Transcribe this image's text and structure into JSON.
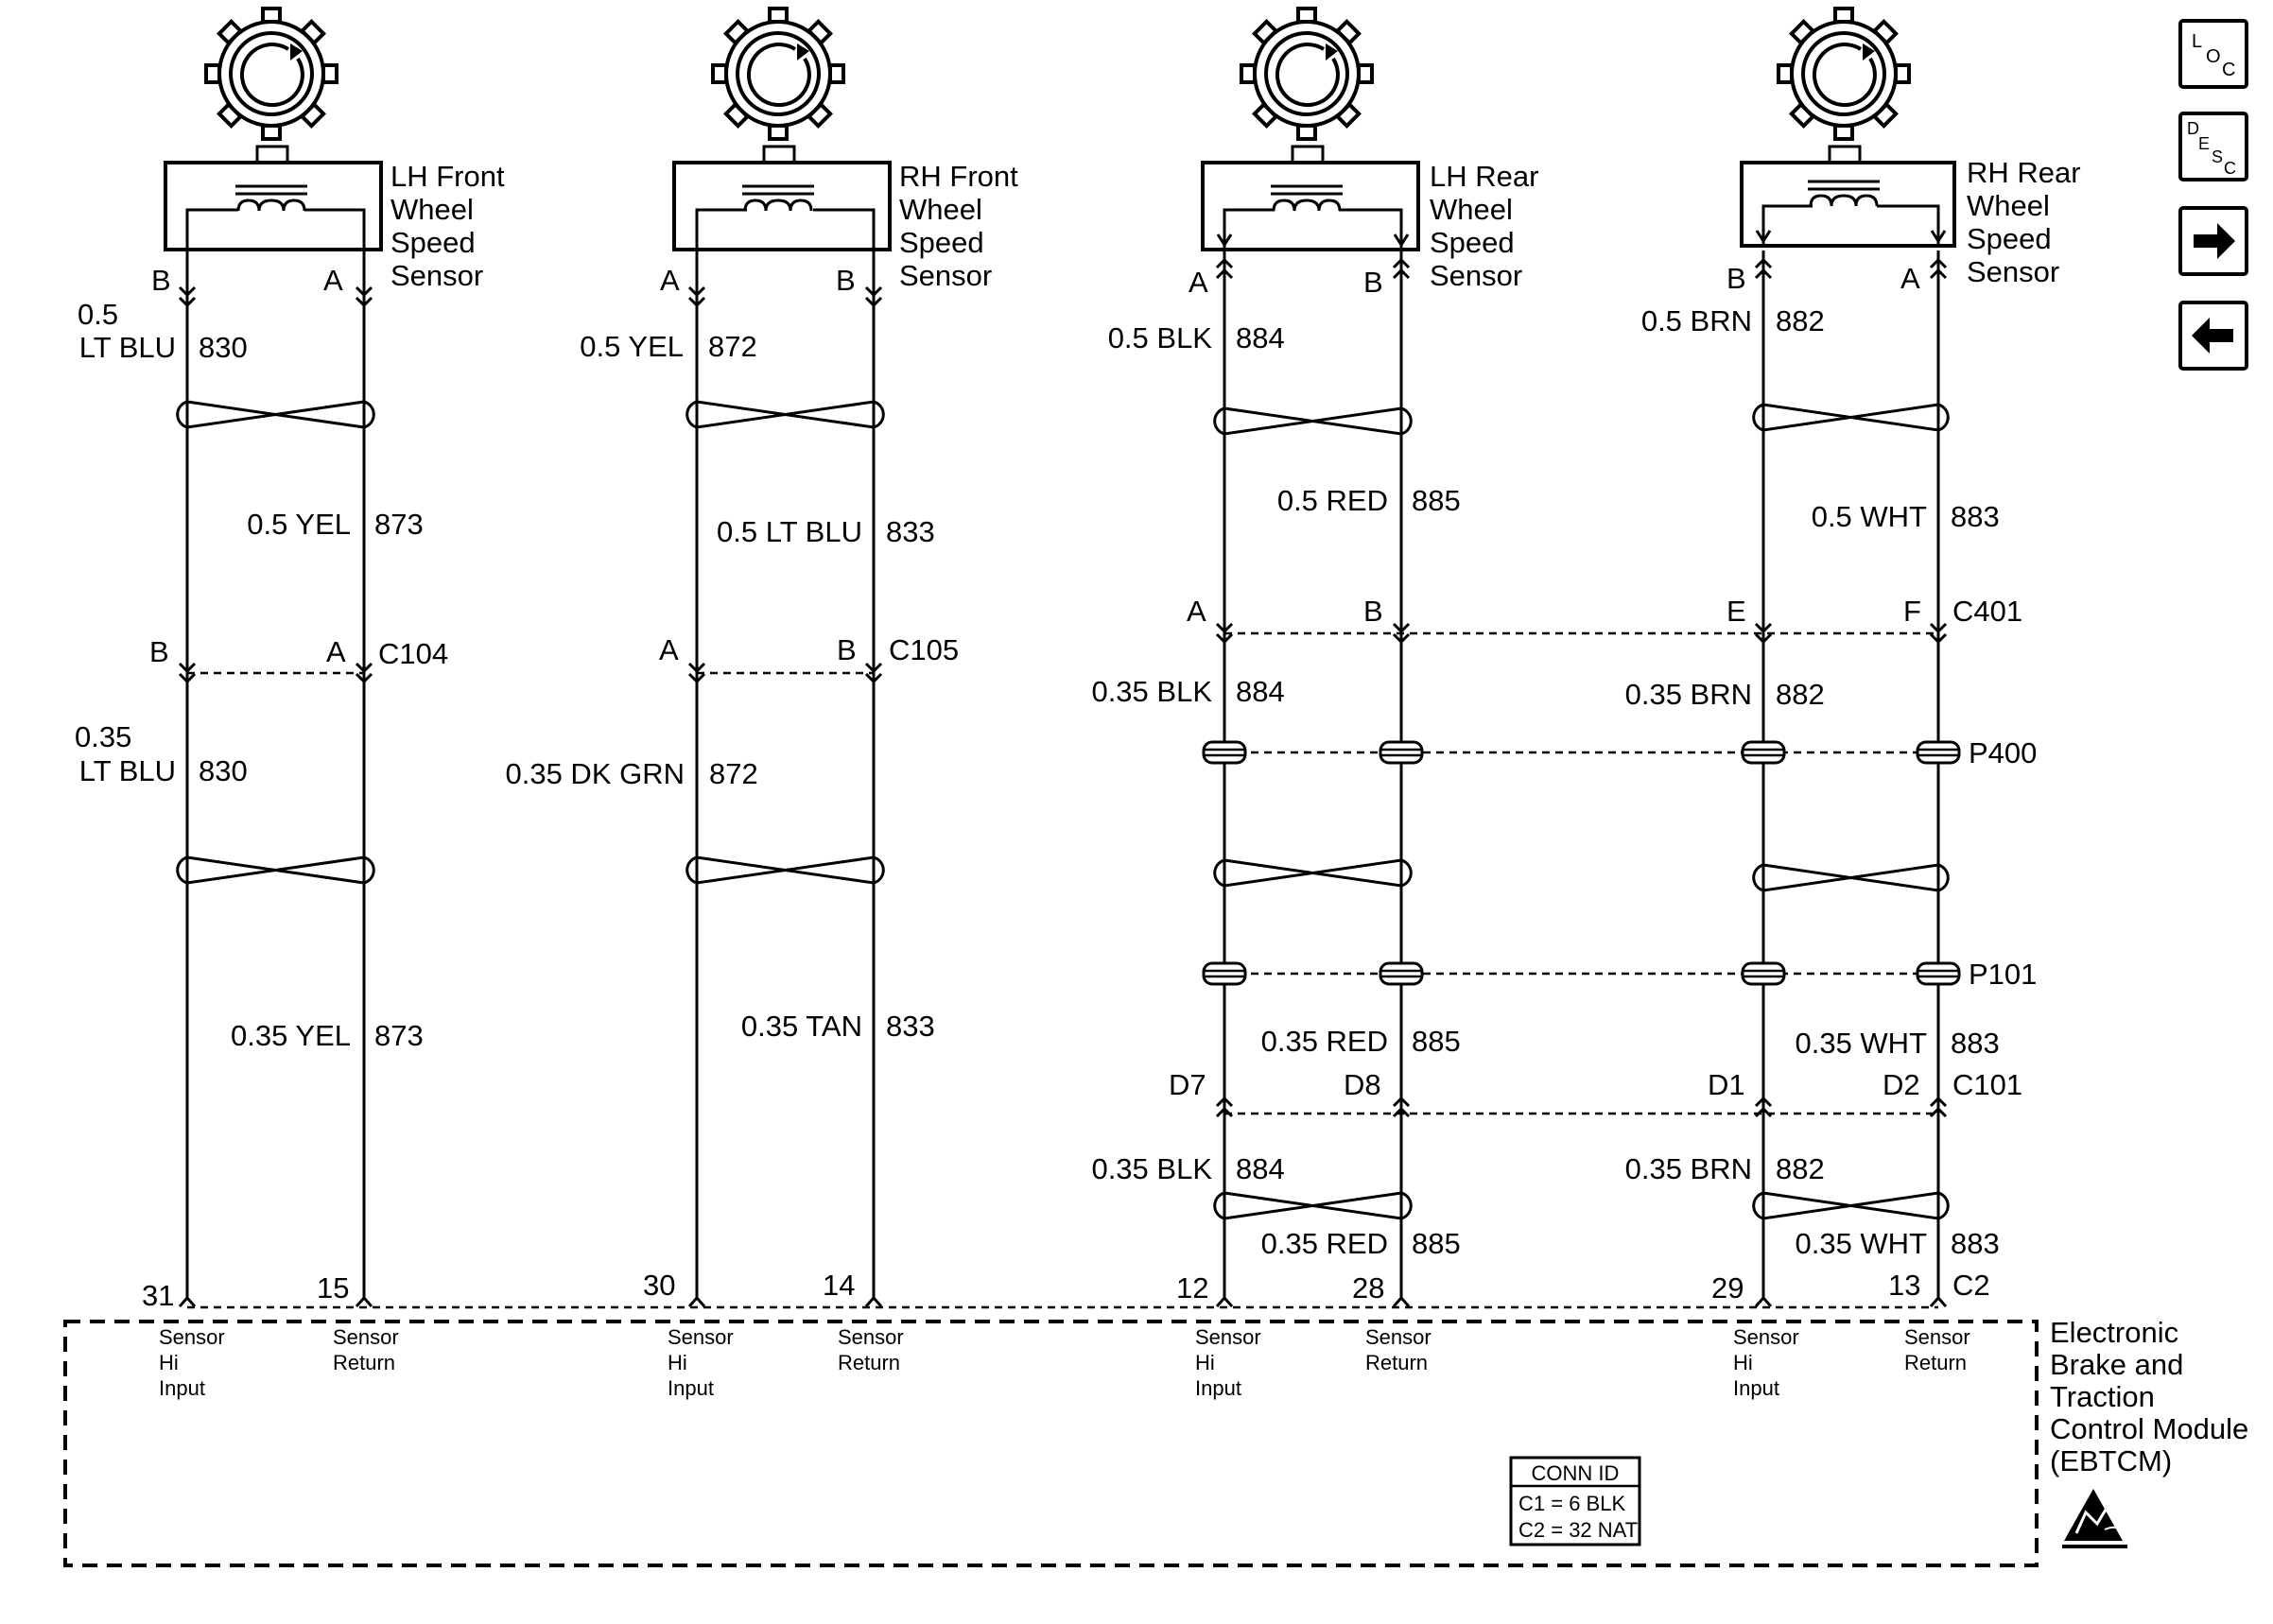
{
  "sensors": {
    "lf": {
      "name": [
        "LH Front",
        "Wheel",
        "Speed",
        "Sensor"
      ],
      "left_pin": "B",
      "right_pin": "A"
    },
    "rf": {
      "name": [
        "RH Front",
        "Wheel",
        "Speed",
        "Sensor"
      ],
      "left_pin": "A",
      "right_pin": "B"
    },
    "lr": {
      "name": [
        "LH Rear",
        "Wheel",
        "Speed",
        "Sensor"
      ],
      "left_pin": "A",
      "right_pin": "B"
    },
    "rr": {
      "name": [
        "RH Rear",
        "Wheel",
        "Speed",
        "Sensor"
      ],
      "left_pin": "B",
      "right_pin": "A"
    }
  },
  "wires": {
    "lf_upper_left": {
      "gauge_color": [
        "0.5",
        "LT BLU"
      ],
      "circuit": "830"
    },
    "lf_upper_right": {
      "gauge_color": "0.5 YEL",
      "circuit": "873"
    },
    "lf_lower_left": {
      "gauge_color": [
        "0.35",
        "LT BLU"
      ],
      "circuit": "830"
    },
    "lf_lower_right": {
      "gauge_color": "0.35 YEL",
      "circuit": "873"
    },
    "rf_upper_left": {
      "gauge_color": "0.5 YEL",
      "circuit": "872"
    },
    "rf_upper_right": {
      "gauge_color": "0.5 LT BLU",
      "circuit": "833"
    },
    "rf_lower_left": {
      "gauge_color": "0.35 DK GRN",
      "circuit": "872"
    },
    "rf_lower_right": {
      "gauge_color": "0.35 TAN",
      "circuit": "833"
    },
    "lr_upper_left": {
      "gauge_color": "0.5 BLK",
      "circuit": "884"
    },
    "lr_upper_right": {
      "gauge_color": "0.5 RED",
      "circuit": "885"
    },
    "lr_mid_left": {
      "gauge_color": "0.35 BLK",
      "circuit": "884"
    },
    "lr_mid_right": {
      "gauge_color": "0.35 RED",
      "circuit": "885"
    },
    "lr_lower_left": {
      "gauge_color": "0.35 BLK",
      "circuit": "884"
    },
    "lr_lower_right": {
      "gauge_color": "0.35 RED",
      "circuit": "885"
    },
    "rr_upper_left": {
      "gauge_color": "0.5 BRN",
      "circuit": "882"
    },
    "rr_upper_right": {
      "gauge_color": "0.5 WHT",
      "circuit": "883"
    },
    "rr_mid_left": {
      "gauge_color": "0.35 BRN",
      "circuit": "882"
    },
    "rr_mid_right": {
      "gauge_color": "0.35 WHT",
      "circuit": "883"
    },
    "rr_lower_left": {
      "gauge_color": "0.35 BRN",
      "circuit": "882"
    },
    "rr_lower_right": {
      "gauge_color": "0.35 WHT",
      "circuit": "883"
    }
  },
  "connectors": {
    "c104": {
      "id": "C104",
      "pins": [
        "B",
        "A"
      ]
    },
    "c105": {
      "id": "C105",
      "pins": [
        "A",
        "B"
      ]
    },
    "c401": {
      "id": "C401",
      "pins": [
        "A",
        "B",
        "E",
        "F"
      ]
    },
    "p400": {
      "id": "P400"
    },
    "p101": {
      "id": "P101"
    },
    "c101": {
      "id": "C101",
      "pins": [
        "D7",
        "D8",
        "D1",
        "D2"
      ]
    },
    "c2": {
      "id": "C2",
      "pins": [
        "31",
        "15",
        "30",
        "14",
        "12",
        "28",
        "29",
        "13"
      ]
    }
  },
  "module": {
    "name": [
      "Electronic",
      "Brake and",
      "Traction",
      "Control Module",
      "(EBTCM)"
    ],
    "input_labels": {
      "hi": [
        "Sensor",
        "Hi",
        "Input"
      ],
      "ret": [
        "Sensor",
        "Return"
      ]
    },
    "conn_id": {
      "title": "CONN ID",
      "rows": [
        "C1 = 6 BLK",
        "C2 = 32 NAT"
      ]
    }
  },
  "nav": {
    "loc": [
      "L",
      "O",
      "C"
    ],
    "desc": [
      "D",
      "E",
      "S",
      "C"
    ]
  },
  "colors": {
    "ink": "#000000",
    "background": "#ffffff"
  }
}
